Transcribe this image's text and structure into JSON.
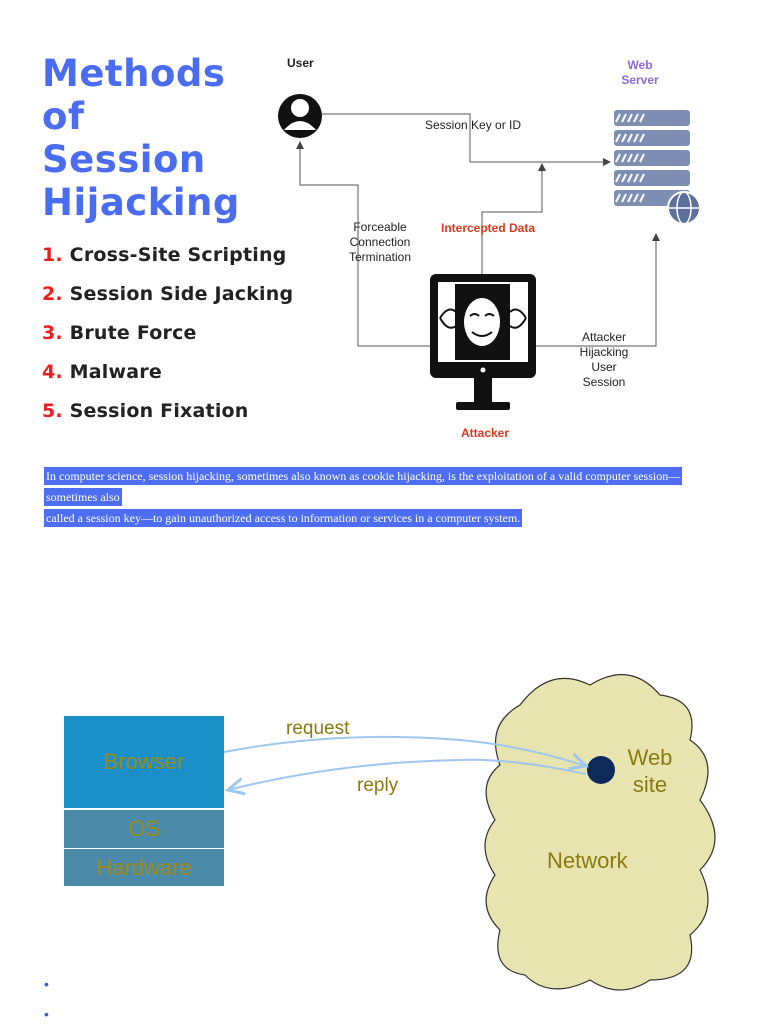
{
  "title": {
    "line1": "Methods of",
    "line2": "Session",
    "line3": "Hijacking"
  },
  "methods": [
    {
      "num": "1.",
      "label": "Cross-Site Scripting"
    },
    {
      "num": "2.",
      "label": "Session Side Jacking"
    },
    {
      "num": "3.",
      "label": "Brute Force"
    },
    {
      "num": "4.",
      "label": "Malware"
    },
    {
      "num": "5.",
      "label": "Session Fixation"
    }
  ],
  "diagram": {
    "user_label": "User",
    "server_label_1": "Web",
    "server_label_2": "Server",
    "session_key_label": "Session Key or ID",
    "forceable_1": "Forceable",
    "forceable_2": "Connection",
    "forceable_3": "Termination",
    "intercepted": "Intercepted Data",
    "hijack_1": "Attacker",
    "hijack_2": "Hijacking",
    "hijack_3": "User",
    "hijack_4": "Session",
    "attacker_label": "Attacker"
  },
  "definition": {
    "line1": "In computer science, session hijacking, sometimes also known as cookie hijacking, is the exploitation of a valid computer session—sometimes also",
    "line2": "called a session key—to gain unauthorized access to information or services in a computer system."
  },
  "network_diagram": {
    "browser": "Browser",
    "os": "OS",
    "hardware": "Hardware",
    "request": "request",
    "reply": "reply",
    "website_1": "Web",
    "website_2": "site",
    "network": "Network"
  },
  "bullets": [
    "•",
    "•"
  ],
  "colors": {
    "title_blue": "#4a6cf0",
    "number_red": "#ee1c1c",
    "browser_blue": "#1a8fc8",
    "os_teal": "#4a8aa8",
    "cloud_fill": "#e8e4b0",
    "website_dot": "#0d2a5a"
  }
}
